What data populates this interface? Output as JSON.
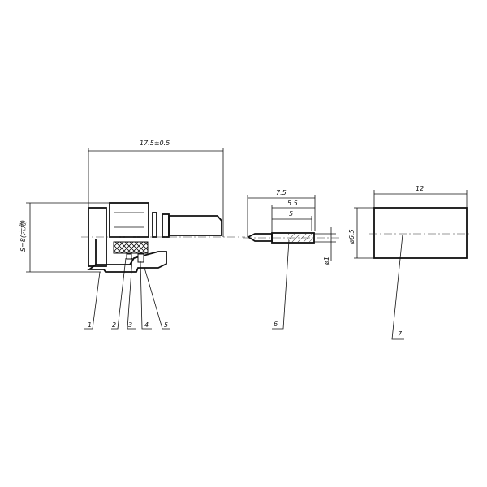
{
  "dimensions": {
    "overall_length": "17.5±0.5",
    "hex_size": "S=8(六角)",
    "pin_length": "7.5",
    "pin_dim_a": "5.5",
    "pin_dim_b": "5",
    "pin_diameter": "ø1",
    "sleeve_length": "12",
    "sleeve_diameter": "ø6.5"
  },
  "part_labels": [
    "1",
    "2",
    "3",
    "4",
    "5",
    "6",
    "7"
  ]
}
